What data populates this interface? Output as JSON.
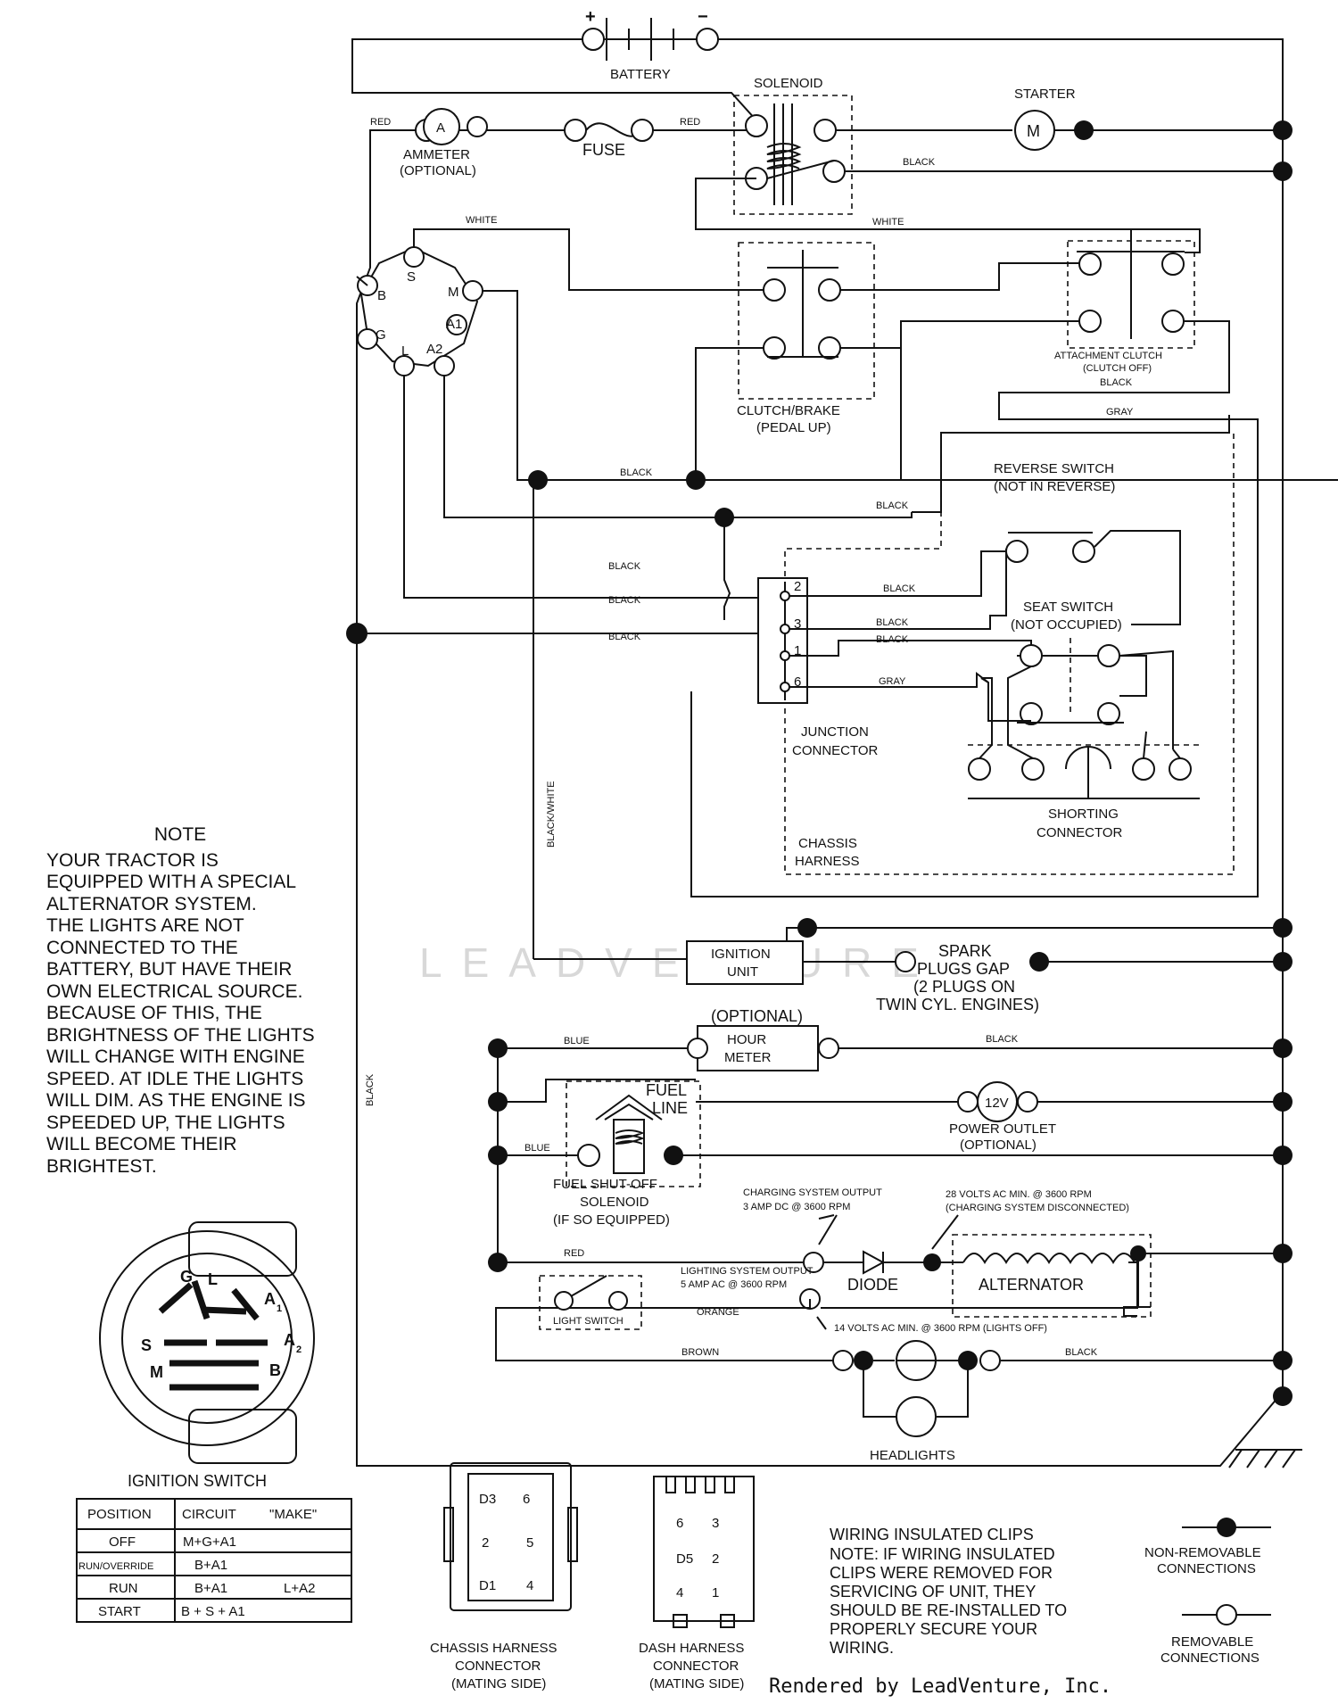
{
  "labels": {
    "battery": "BATTERY",
    "plus": "+",
    "minus": "−",
    "solenoid": "SOLENOID",
    "starter": "STARTER",
    "starter_m": "M",
    "ammeter": "AMMETER",
    "ammeter_opt": "(OPTIONAL)",
    "ammeter_a": "A",
    "fuse": "FUSE",
    "clutch_brake": "CLUTCH/BRAKE",
    "clutch_brake_sub": "(PEDAL UP)",
    "attachment_clutch": "ATTACHMENT CLUTCH",
    "attachment_clutch_sub": "(CLUTCH OFF)",
    "reverse_switch": "REVERSE SWITCH",
    "reverse_switch_sub": "(NOT IN REVERSE)",
    "seat_switch": "SEAT SWITCH",
    "seat_switch_sub": "(NOT OCCUPIED)",
    "junction_connector": "JUNCTION",
    "junction_connector_2": "CONNECTOR",
    "shorting_connector": "SHORTING",
    "shorting_connector_2": "CONNECTOR",
    "chassis_harness": "CHASSIS",
    "chassis_harness_2": "HARNESS",
    "ignition_unit": "IGNITION",
    "ignition_unit_2": "UNIT",
    "spark": "SPARK",
    "spark_2": "PLUGS GAP",
    "spark_3": "(2 PLUGS ON",
    "spark_4": "TWIN CYL. ENGINES)",
    "optional": "(OPTIONAL)",
    "hour_meter": "HOUR",
    "hour_meter_2": "METER",
    "fuel_line": "FUEL",
    "fuel_line_2": "LINE",
    "fuel_solenoid": "FUEL SHUT-OFF",
    "fuel_solenoid_2": "SOLENOID",
    "fuel_solenoid_3": "(IF SO EQUIPPED)",
    "power_outlet": "POWER OUTLET",
    "power_outlet_2": "(OPTIONAL)",
    "outlet_12v": "12V",
    "charging_out": "CHARGING SYSTEM OUTPUT",
    "charging_out_2": "3 AMP DC @ 3600 RPM",
    "ac_28": "28 VOLTS AC MIN. @ 3600 RPM",
    "ac_28_2": "(CHARGING SYSTEM DISCONNECTED)",
    "diode": "DIODE",
    "alternator": "ALTERNATOR",
    "lighting_out": "LIGHTING SYSTEM OUTPUT",
    "lighting_out_2": "5 AMP AC @ 3600 RPM",
    "ac_14": "14 VOLTS AC MIN. @ 3600 RPM (LIGHTS OFF)",
    "light_switch": "LIGHT SWITCH",
    "headlights": "HEADLIGHTS",
    "ignition_switch": "IGNITION SWITCH",
    "chassis_conn": "CHASSIS HARNESS",
    "chassis_conn_2": "CONNECTOR",
    "chassis_conn_3": "(MATING SIDE)",
    "dash_conn": "DASH HARNESS",
    "dash_conn_2": "CONNECTOR",
    "dash_conn_3": "(MATING SIDE)",
    "clips_title": "WIRING INSULATED CLIPS",
    "clips_note": [
      "NOTE: IF WIRING INSULATED",
      "CLIPS WERE REMOVED FOR",
      "SERVICING OF UNIT, THEY",
      "SHOULD BE RE-INSTALLED TO",
      "PROPERLY SECURE YOUR",
      "WIRING."
    ],
    "non_removable": "NON-REMOVABLE",
    "non_removable_2": "CONNECTIONS",
    "removable": "REMOVABLE",
    "removable_2": "CONNECTIONS"
  },
  "wires": {
    "red": "RED",
    "black": "BLACK",
    "white": "WHITE",
    "gray": "GRAY",
    "blue": "BLUE",
    "orange": "ORANGE",
    "brown": "BROWN",
    "black_white": "BLACK/WHITE"
  },
  "ignition_terminals": {
    "s": "S",
    "b": "B",
    "m": "M",
    "a1": "A1",
    "g": "G",
    "l": "L",
    "a2": "A2"
  },
  "junction_pins": [
    "2",
    "3",
    "1",
    "6"
  ],
  "plug_labels": {
    "g": "G",
    "l": "L",
    "a1": "A",
    "a1_sub": "1",
    "a2": "A",
    "a2_sub": "2",
    "s": "S",
    "m": "M",
    "b": "B"
  },
  "ignition_table": {
    "headers": [
      "POSITION",
      "CIRCUIT",
      "\"MAKE\""
    ],
    "rows": [
      {
        "position": "OFF",
        "circuit": "M+G+A1",
        "extra": ""
      },
      {
        "position": "RUN/OVERRIDE",
        "circuit": "B+A1",
        "extra": ""
      },
      {
        "position": "RUN",
        "circuit": "B+A1",
        "extra": "L+A2"
      },
      {
        "position": "START",
        "circuit": "B + S + A1",
        "extra": ""
      }
    ]
  },
  "connector_pins": {
    "chassis": [
      "D3",
      "6",
      "2",
      "5",
      "D1",
      "4"
    ],
    "dash": [
      "6",
      "3",
      "D5",
      "2",
      "4",
      "1"
    ]
  },
  "note": {
    "title": "NOTE",
    "lines": [
      "YOUR TRACTOR IS",
      "EQUIPPED WITH A SPECIAL",
      "ALTERNATOR SYSTEM.",
      "THE LIGHTS ARE NOT",
      "CONNECTED TO THE",
      "BATTERY, BUT HAVE THEIR",
      "OWN ELECTRICAL SOURCE.",
      "BECAUSE OF THIS, THE",
      "BRIGHTNESS OF THE LIGHTS",
      "WILL CHANGE WITH ENGINE",
      "SPEED.  AT IDLE THE LIGHTS",
      "WILL DIM.  AS THE ENGINE IS",
      "SPEEDED UP, THE LIGHTS",
      "WILL BECOME THEIR",
      "BRIGHTEST."
    ]
  },
  "credit": "Rendered by LeadVenture, Inc.",
  "watermark": "LEADVENTURE"
}
